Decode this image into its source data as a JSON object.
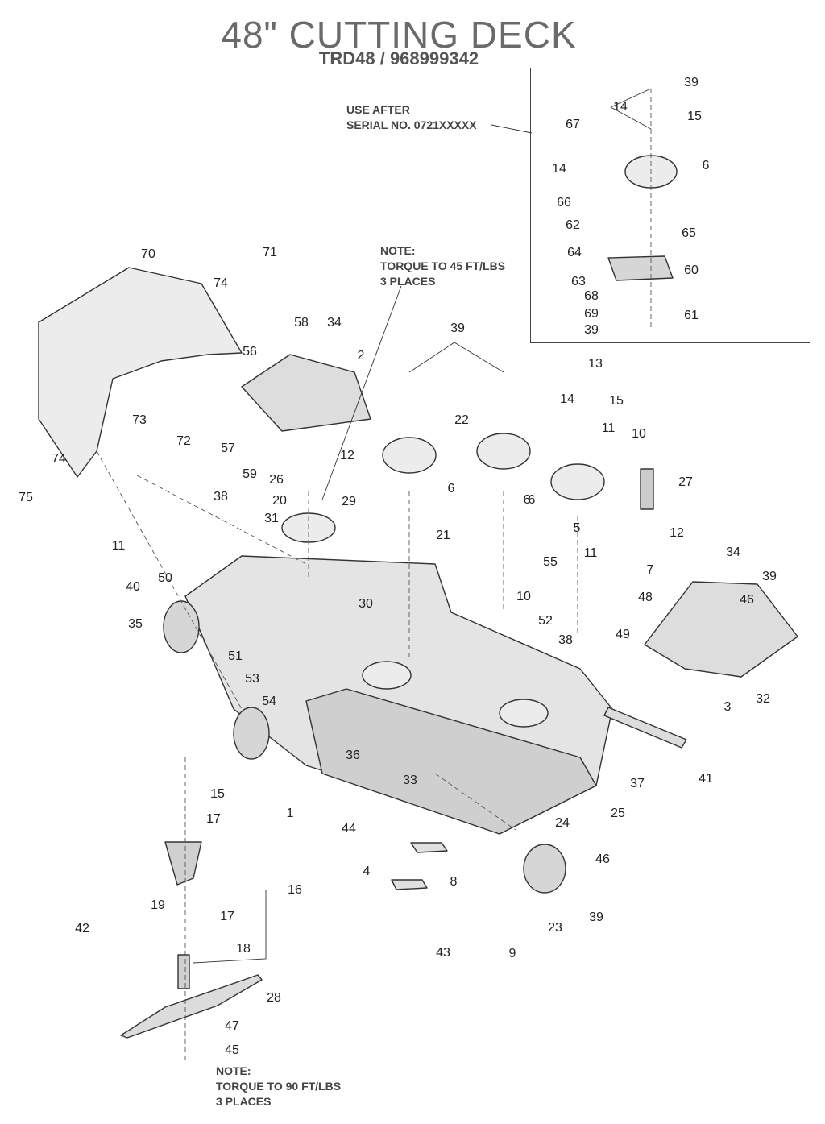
{
  "header": {
    "title": "48\" CUTTING DECK",
    "subtitle": "TRD48 / 968999342"
  },
  "notes": {
    "inset_line1": "USE AFTER",
    "inset_line2": "SERIAL NO. 0721XXXXX",
    "torque45_line1": "NOTE:",
    "torque45_line2": "TORQUE TO 45 FT/LBS",
    "torque45_line3": "3 PLACES",
    "torque90_line1": "NOTE:",
    "torque90_line2": "TORQUE TO 90 FT/LBS",
    "torque90_line3": "3 PLACES"
  },
  "parts": [
    "39",
    "14",
    "15",
    "67",
    "6",
    "14",
    "66",
    "62",
    "65",
    "64",
    "60",
    "63",
    "68",
    "69",
    "61",
    "39",
    "70",
    "71",
    "74",
    "58",
    "34",
    "2",
    "56",
    "57",
    "59",
    "73",
    "72",
    "74",
    "75",
    "39",
    "22",
    "6",
    "6",
    "21",
    "13",
    "14",
    "15",
    "11",
    "10",
    "27",
    "12",
    "5",
    "6",
    "12",
    "26",
    "20",
    "29",
    "38",
    "31",
    "11",
    "50",
    "40",
    "35",
    "51",
    "53",
    "54",
    "30",
    "55",
    "11",
    "10",
    "52",
    "7",
    "48",
    "49",
    "38",
    "34",
    "39",
    "46",
    "3",
    "32",
    "36",
    "33",
    "25",
    "1",
    "44",
    "24",
    "41",
    "37",
    "4",
    "43",
    "8",
    "9",
    "23",
    "46",
    "39",
    "15",
    "17",
    "16",
    "19",
    "42",
    "17",
    "18",
    "28",
    "47",
    "45"
  ],
  "colors": {
    "line": "#333333",
    "fill": "#e9e9e9",
    "dark": "#777777"
  }
}
